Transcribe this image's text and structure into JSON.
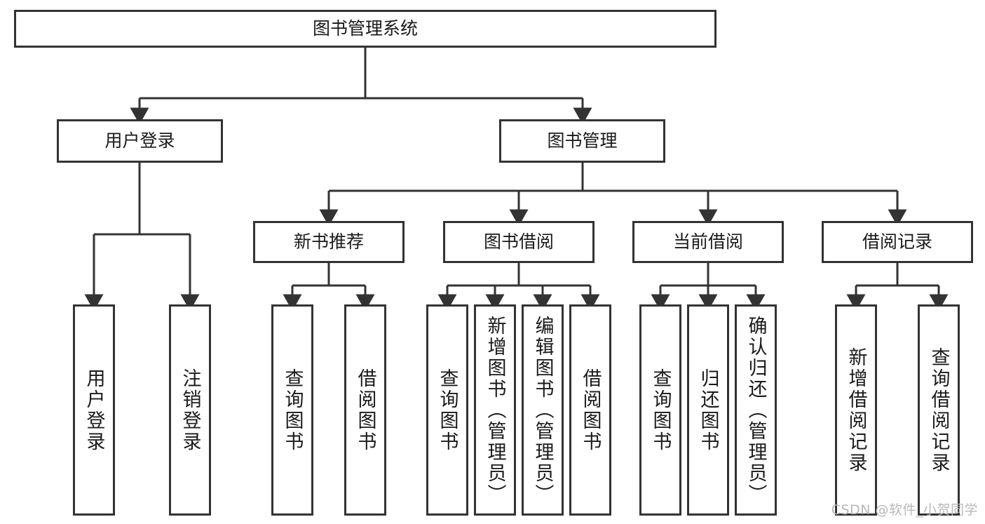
{
  "diagram": {
    "title": "图书管理系统",
    "type": "hierarchy-tree",
    "watermark": "CSDN @软件_小贺同学",
    "colors": {
      "box_border": "#333333",
      "box_fill": "#ffffff",
      "edge": "#333333",
      "text": "#1a1a1a",
      "watermark": "#b8b8b8"
    },
    "levels": {
      "root": {
        "label": "图书管理系统"
      },
      "level2": [
        {
          "label": "用户登录"
        },
        {
          "label": "图书管理"
        }
      ],
      "level3": [
        {
          "label": "新书推荐"
        },
        {
          "label": "图书借阅"
        },
        {
          "label": "当前借阅"
        },
        {
          "label": "借阅记录"
        }
      ]
    },
    "leaves": {
      "user_login": [
        {
          "label": "用户登录"
        },
        {
          "label": "注销登录"
        }
      ],
      "new_book_recommend": [
        {
          "label": "查询图书"
        },
        {
          "label": "借阅图书"
        }
      ],
      "book_borrow": [
        {
          "label": "查询图书"
        },
        {
          "label": "新增图书（管理员）"
        },
        {
          "label": "编辑图书（管理员）"
        },
        {
          "label": "借阅图书"
        }
      ],
      "current_borrow": [
        {
          "label": "查询图书"
        },
        {
          "label": "归还图书"
        },
        {
          "label": "确认归还（管理员）"
        }
      ],
      "borrow_record": [
        {
          "label": "新增借阅记录"
        },
        {
          "label": "查询借阅记录"
        }
      ]
    }
  }
}
